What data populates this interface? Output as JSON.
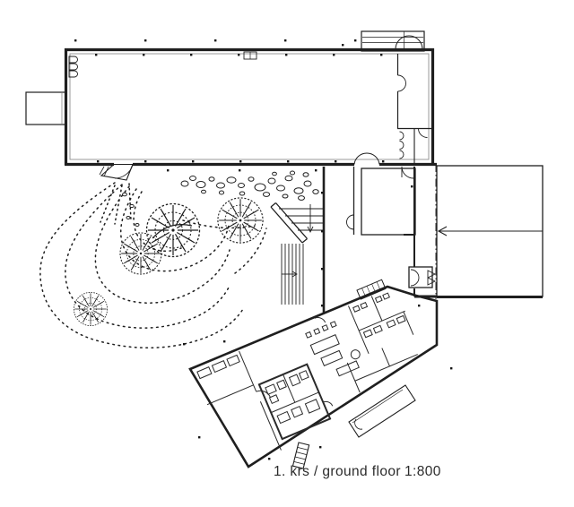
{
  "caption": {
    "floor_label": "1. krs / ground floor",
    "scale_label": "1:800"
  },
  "drawing": {
    "type": "architectural ground floor plan",
    "buildings": [
      "north-hall",
      "east-hall",
      "south-wing"
    ],
    "landscape": [
      "trees",
      "boulders",
      "dotted-contour-paths",
      "outdoor-stairs"
    ]
  },
  "colors": {
    "ink": "#1f1f1f",
    "wall_inner_gray": "#8f8f8f",
    "section_line": "#333333",
    "paper": "#ffffff"
  }
}
